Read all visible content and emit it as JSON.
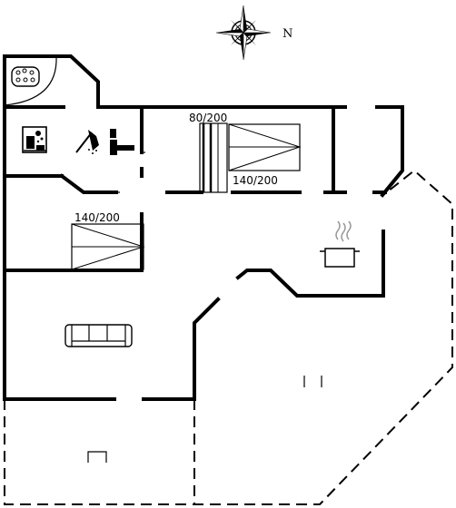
{
  "plan": {
    "compass_label": "N",
    "beds": {
      "bed_1": "80/200",
      "bed_2": "140/200",
      "bed_3": "140/200"
    }
  },
  "icons": [
    "compass-rose-icon",
    "whirlpool-icon",
    "sauna-icon",
    "shower-icon",
    "toilet-icon",
    "kitchen-pot-icon",
    "sofa-icon"
  ]
}
